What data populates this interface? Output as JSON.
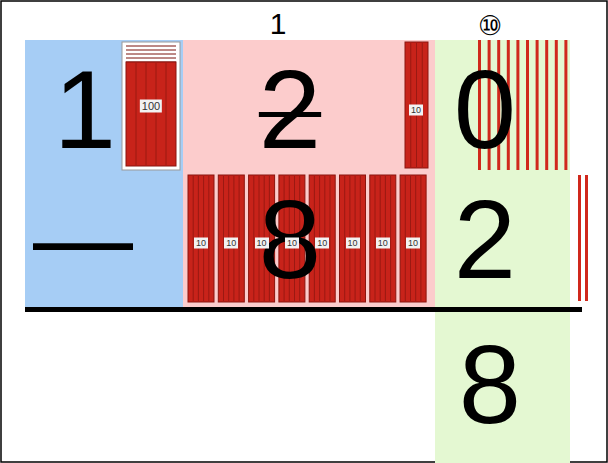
{
  "diagram": {
    "nodes": [
      {
        "text": [
          "1",
          "—"
        ]
      },
      {
        "text": [
          "2",
          "8"
        ]
      },
      {
        "text": [
          "0",
          "2",
          "8"
        ]
      }
    ],
    "labels": [
      "1",
      "⑩",
      "100",
      "10",
      "10",
      "10",
      "10",
      "10",
      "10",
      "10",
      "10",
      "10"
    ]
  }
}
